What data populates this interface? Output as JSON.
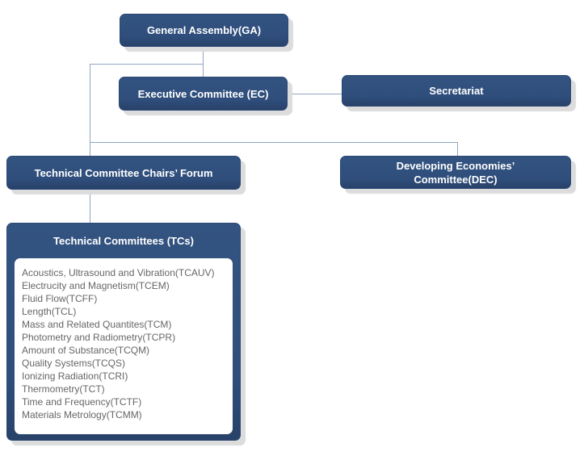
{
  "colors": {
    "node_fill": "#2f4e7c",
    "node_fill_bottom": "#284269",
    "node_border": "#2b4873",
    "node_text": "#ffffff",
    "connector": "#90a7c2",
    "shadow": "#dcdcdc",
    "list_text": "#666666",
    "panel_fill": "#ffffff",
    "background": "#ffffff"
  },
  "org_chart": {
    "general_assembly": {
      "label": "General Assembly(GA)"
    },
    "executive_committee": {
      "label": "Executive Committee (EC)"
    },
    "secretariat": {
      "label": "Secretariat"
    },
    "tc_chairs_forum": {
      "label": "Technical Committee Chairs’ Forum"
    },
    "dec": {
      "label_line1": "Developing Economies’",
      "label_line2": "Committee(DEC)"
    },
    "technical_committees": {
      "title": "Technical Committees (TCs)",
      "items": [
        "Acoustics, Ultrasound and Vibration(TCAUV)",
        "Electrucity and Magnetism(TCEM)",
        "Fluid Flow(TCFF)",
        "Length(TCL)",
        "Mass and Related Quantites(TCM)",
        "Photometry and Radiometry(TCPR)",
        "Amount of Substance(TCQM)",
        "Quality Systems(TCQS)",
        "Ionizing Radiation(TCRI)",
        "Thermometry(TCT)",
        "Time and Frequency(TCTF)",
        "Materials Metrology(TCMM)"
      ]
    }
  }
}
